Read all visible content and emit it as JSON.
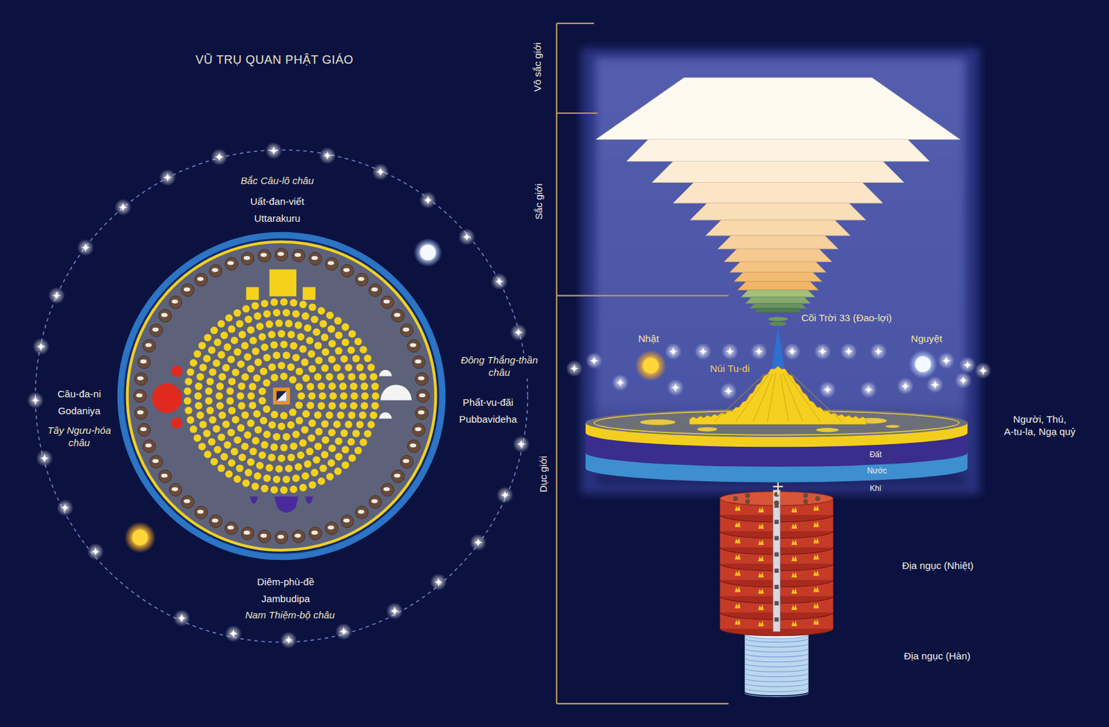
{
  "diagram": {
    "title": "VŨ TRỤ QUAN PHẬT GIÁO",
    "labels": [
      "Bắc Câu-lô châu",
      "Uất-đan-viết",
      "Uttarakuru",
      "Câu-đa-ni",
      "Godaniya",
      "Tây Ngưu-hóa châu",
      "Đông Thắng-thần châu",
      "Phất-vu-đãi",
      "Pubbavideha",
      "Diêm-phù-đề",
      "Jambudipa",
      "Nam Thiệm-bộ châu",
      "Vô sắc giới",
      "Sắc giới",
      "Dục giới",
      "Cõi Trời 33 (Đao-lợi)",
      "Nhật",
      "Nguyệt",
      "Núi Tu-di",
      "Người, Thú, A-tu-la, Ngạ quỷ",
      "Đất",
      "Nước",
      "Khí",
      "Địa ngục (Nhiệt)",
      "Địa ngục (Hàn)"
    ]
  }
}
